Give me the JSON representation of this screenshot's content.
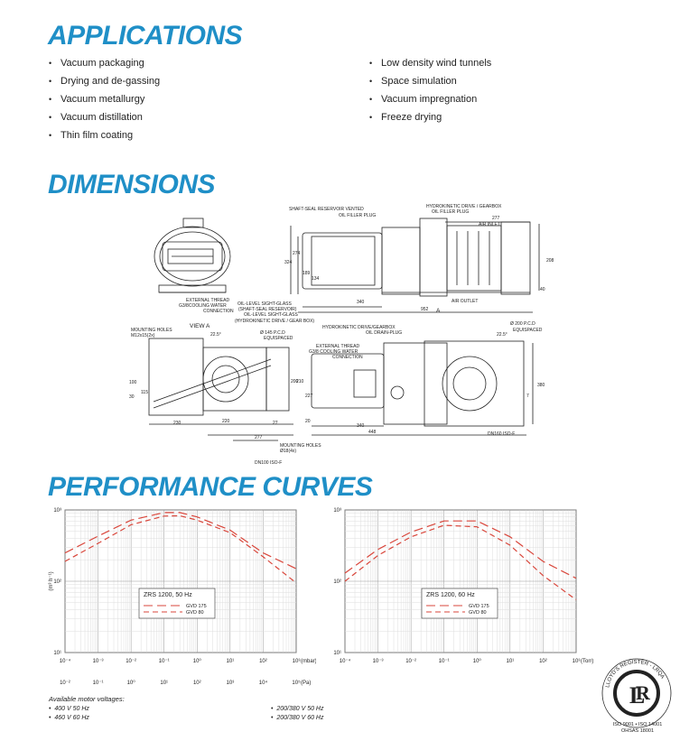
{
  "sections": {
    "applications": "APPLICATIONS",
    "dimensions": "DIMENSIONS",
    "performance": "PERFORMANCE CURVES"
  },
  "applications": {
    "left": [
      "Vacuum packaging",
      "Drying and de-gassing",
      "Vacuum metallurgy",
      "Vacuum distillation",
      "Thin film coating"
    ],
    "right": [
      "Low density wind tunnels",
      "Space simulation",
      "Vacuum impregnation",
      "Freeze drying"
    ]
  },
  "dimension_labels": {
    "ext_thread_1": "EXTERNAL THREAD",
    "g38_1": "G3/8COOLING WATER",
    "connection_1": "CONNECTION",
    "shaft_seal": "SHAFT-SEAL RESERVOIR VENTED",
    "oil_filler": "OIL FILLER PLUG",
    "hydro_drive": "HYDROKINETIC DRIVE / GEARBOX",
    "hydro_oil_filler": "OIL FILLER PLUG",
    "air_inlet": "AIR INLET",
    "air_outlet": "AIR OUTLET",
    "oil_sight_1": "OIL-LEVEL SIGHT-GLASS",
    "oil_sight_2": "(SHAFT-SEAL RESERVOIR)",
    "oil_sight_3": "OIL-LEVEL SIGHT-GLASS",
    "oil_sight_4": "(HYDROKINETIC DRIVE / GEAR BOX)",
    "hydro_drain_1": "HYDROKINETIC DRIVE/GEARBOX",
    "hydro_drain_2": "OIL DRAIN-PLUG",
    "mounting_holes": "MOUNTING HOLES",
    "m12": "M12x15(2x)",
    "view_a": "VIEW A",
    "pcd145": "Ø 145 P.C.D",
    "equi1": "EQUISPACED",
    "pcd200": "Ø 200 P.C.D",
    "equi2": "EQUISPACED",
    "ext_thread_2": "EXTERNAL THREAD",
    "g38_2": "G3/8 COOLING WATER",
    "connection_2": "CONNECTION",
    "mounting_holes_2": "MOUNTING HOLES",
    "d18": "Ø18(4x)",
    "dn100": "DN100 ISO-F",
    "dn160": "DN160 ISO-F",
    "a_marker": "A",
    "d277a": "277",
    "d208": "208",
    "d324": "324",
    "d274": "274",
    "d189": "189",
    "d134": "134",
    "d40": "40",
    "d340a": "340",
    "d952": "952",
    "d22a": "22.5°",
    "d22b": "22.5°",
    "d100": "100",
    "d30": "30",
    "d115": "115",
    "d230": "230",
    "d220": "220",
    "d27": "27",
    "d200": "200",
    "d210": "210",
    "d277b": "277",
    "d227": "227",
    "d20": "20",
    "d340b": "340",
    "d448": "448",
    "d7": "7",
    "d380": "380"
  },
  "chart_data": [
    {
      "type": "line",
      "ylabel": "(m³ h⁻¹)",
      "x_ticks_top": [
        "10⁻⁴",
        "10⁻³",
        "10⁻²",
        "10⁻¹",
        "10⁰",
        "10¹",
        "10²",
        "10³"
      ],
      "x_unit_top": "(mbar)",
      "x_ticks_bottom": [
        "10⁻²",
        "10⁻¹",
        "10⁰",
        "10¹",
        "10²",
        "10³",
        "10⁴",
        "10⁵"
      ],
      "x_unit_bottom": "(Pa)",
      "y_ticks": [
        "10³",
        "10²",
        "10¹"
      ],
      "ylim": [
        10,
        1000
      ],
      "xlim_mbar": [
        0.0001,
        1000
      ],
      "legend_title": "ZRS 1200, 50 Hz",
      "series": [
        {
          "name": "GVD 175",
          "x": [
            0.0001,
            0.001,
            0.01,
            0.1,
            0.3,
            1,
            10,
            100,
            1000
          ],
          "y": [
            250,
            430,
            720,
            920,
            920,
            800,
            520,
            250,
            150
          ]
        },
        {
          "name": "GVD 80",
          "x": [
            0.0001,
            0.001,
            0.01,
            0.1,
            0.3,
            1,
            10,
            100,
            1000
          ],
          "y": [
            190,
            340,
            620,
            820,
            830,
            720,
            480,
            220,
            95
          ]
        }
      ]
    },
    {
      "type": "line",
      "ylabel": "",
      "x_ticks": [
        "10⁻⁴",
        "10⁻³",
        "10⁻²",
        "10⁻¹",
        "10⁰",
        "10¹",
        "10²",
        "10³"
      ],
      "x_unit": "(Torr)",
      "y_ticks": [
        "10³",
        "10²",
        "10¹"
      ],
      "ylim": [
        10,
        1000
      ],
      "xlim_torr": [
        0.0001,
        1000
      ],
      "legend_title": "ZRS 1200, 60 Hz",
      "series": [
        {
          "name": "GVD 175",
          "x": [
            0.0001,
            0.001,
            0.01,
            0.1,
            1,
            10,
            100,
            1000
          ],
          "y": [
            130,
            280,
            490,
            700,
            700,
            420,
            190,
            110
          ]
        },
        {
          "name": "GVD 80",
          "x": [
            0.0001,
            0.001,
            0.01,
            0.1,
            1,
            10,
            100,
            1000
          ],
          "y": [
            100,
            230,
            420,
            610,
            580,
            320,
            120,
            55
          ]
        }
      ]
    }
  ],
  "voltages": {
    "title": "Available motor voltages:",
    "items": [
      "400 V 50 Hz",
      "460 V 60 Hz",
      "200/380 V 50 Hz",
      "200/380 V 60 Hz"
    ]
  },
  "certification": {
    "ring_text": "LLOYD'S REGISTER - LRQA",
    "lines": [
      "ISO 9001 • ISO 14001",
      "OHSAS 18001"
    ]
  }
}
